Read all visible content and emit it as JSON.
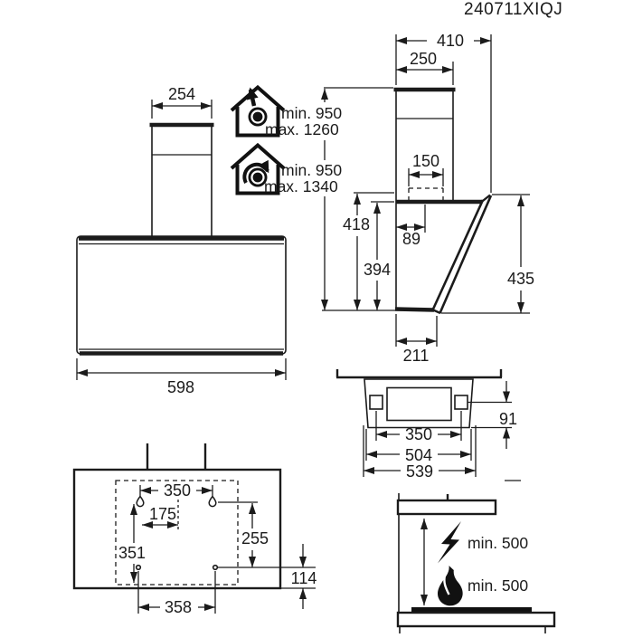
{
  "title": "240711XIQJ",
  "front_view": {
    "chimney_width": "254",
    "body_width": "598"
  },
  "installation_height": {
    "exhaust": {
      "min": "min. 950",
      "max": "max. 1260"
    },
    "recirculation": {
      "min": "min. 950",
      "max": "max. 1340"
    }
  },
  "side_view": {
    "total_depth": "410",
    "chimney_depth": "250",
    "duct_outlet_width": "150",
    "duct_offset_from_wall": "89",
    "height_to_bracket": "418",
    "height_back": "394",
    "height_front": "435",
    "bottom_depth": "211"
  },
  "top_view": {
    "bracket_spacing": "350",
    "bracket_depth": "91",
    "body_width": "504",
    "total_width": "539"
  },
  "wall_template": {
    "upper_holes_spacing": "350",
    "upper_hole_to_center": "175",
    "left_column_height": "351",
    "right_column_height": "255",
    "lower_edge_offset": "114",
    "lower_holes_spacing": "358"
  },
  "clearance": {
    "electric_hob": "min. 500",
    "gas_hob": "min. 500"
  }
}
